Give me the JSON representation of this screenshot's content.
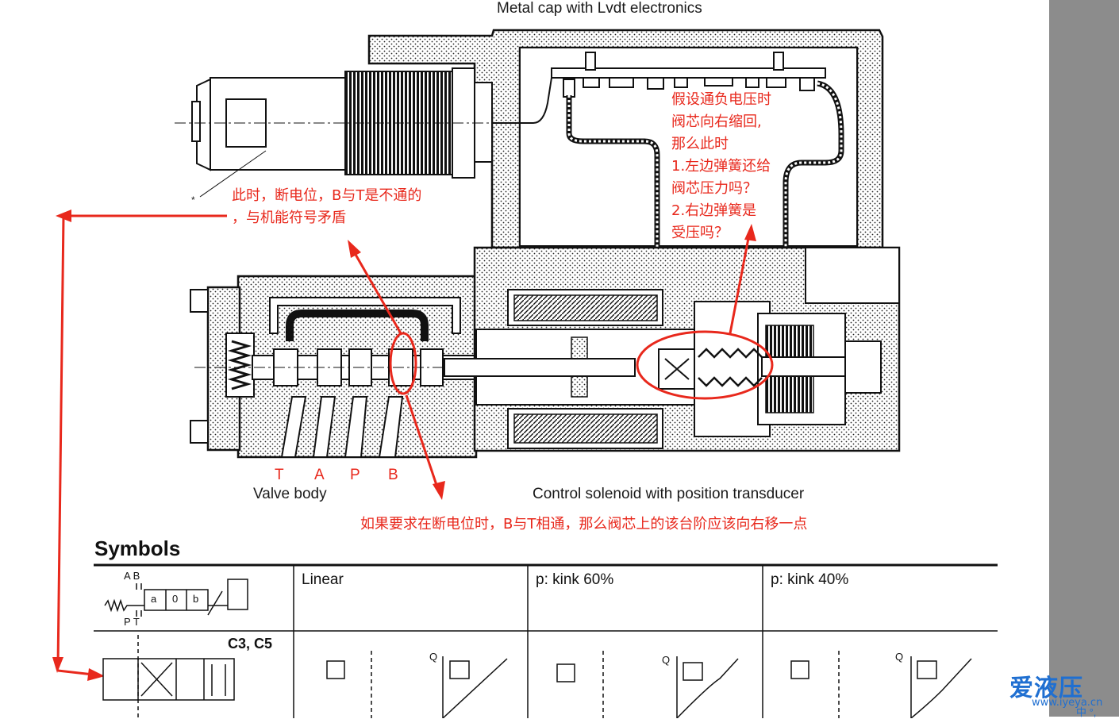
{
  "diagram": {
    "top_label": "Metal cap with Lvdt electronics",
    "star_mark": "*",
    "ports": [
      "T",
      "A",
      "P",
      "B"
    ],
    "valve_body_label": "Valve body",
    "solenoid_label": "Control solenoid with position transducer"
  },
  "annotations": {
    "note_left": [
      "此时，断电位，B与T是不通的",
      "，与机能符号矛盾"
    ],
    "note_right": [
      "假设通负电压时",
      "阀芯向右缩回,",
      "那么此时",
      "1.左边弹簧还给",
      "阀芯压力吗？",
      "2.右边弹簧是",
      "受压吗？"
    ],
    "note_bottom": "如果要求在断电位时，B与T相通，那么阀芯上的该台阶应该向右移一点",
    "annotation_color": "#e8281c"
  },
  "symbols": {
    "title": "Symbols",
    "main_symbol": {
      "top_ports": "A B",
      "bottom_ports": "P T",
      "boxes": [
        "a",
        "0",
        "b"
      ]
    },
    "headers": [
      "Linear",
      "p: kink 60%",
      "p: kink 40%"
    ],
    "row_code": "C3, C5",
    "axis_q": "Q"
  },
  "watermark": {
    "brand": "爱液压",
    "url": "www.iyeya.cn",
    "ime": "中 °,"
  },
  "colors": {
    "side_panel": "#8c8c8c",
    "brand": "#1f6fd1"
  }
}
